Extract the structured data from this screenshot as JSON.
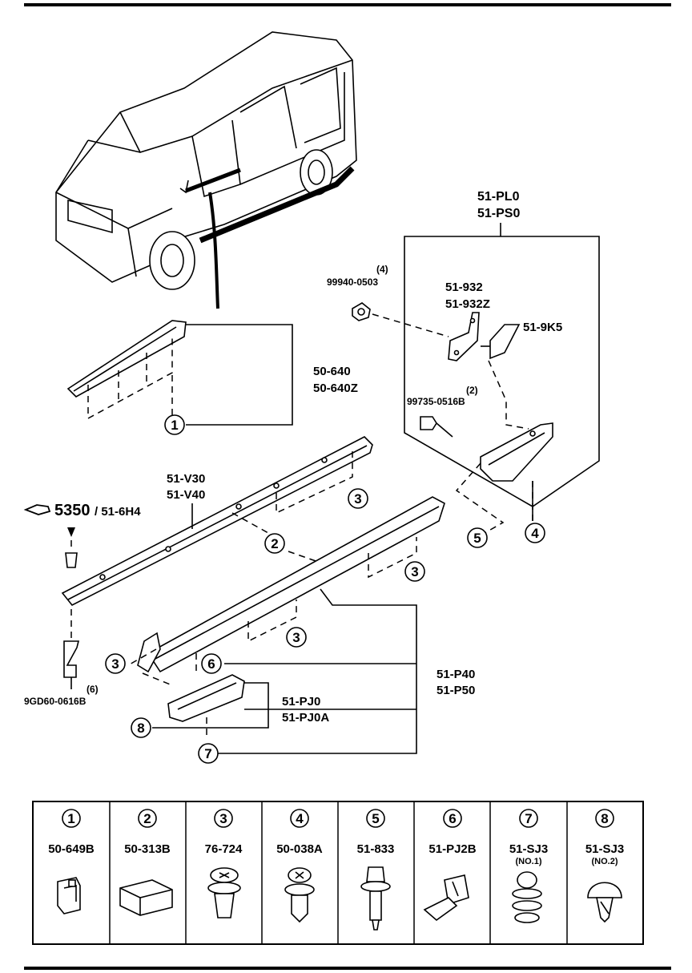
{
  "diagram": {
    "top_codes": [
      "51-PL0",
      "51-PS0"
    ],
    "molding_rear": [
      "50-640",
      "50-640Z"
    ],
    "rail_upper": [
      "51-V30",
      "51-V40"
    ],
    "ref": {
      "page": "5350",
      "suffix": "/ 51-6H4"
    },
    "rocker": [
      "51-P40",
      "51-P50"
    ],
    "flap": [
      "51-PJ0",
      "51-PJ0A"
    ],
    "bolt": {
      "qty": "(6)",
      "code": "9GD60-0616B"
    },
    "nut": {
      "qty": "(4)",
      "code": "99940-0503"
    },
    "bracket": [
      "51-932",
      "51-932Z"
    ],
    "clip_small": "51-9K5",
    "screw": {
      "qty": "(2)",
      "code": "99735-0516B"
    }
  },
  "callouts": [
    "1",
    "2",
    "3",
    "4",
    "5",
    "6",
    "7",
    "8"
  ],
  "legend": [
    {
      "num": "1",
      "code": "50-649B",
      "sub": ""
    },
    {
      "num": "2",
      "code": "50-313B",
      "sub": ""
    },
    {
      "num": "3",
      "code": "76-724",
      "sub": ""
    },
    {
      "num": "4",
      "code": "50-038A",
      "sub": ""
    },
    {
      "num": "5",
      "code": "51-833",
      "sub": ""
    },
    {
      "num": "6",
      "code": "51-PJ2B",
      "sub": ""
    },
    {
      "num": "7",
      "code": "51-SJ3",
      "sub": "(NO.1)"
    },
    {
      "num": "8",
      "code": "51-SJ3",
      "sub": "(NO.2)"
    }
  ]
}
